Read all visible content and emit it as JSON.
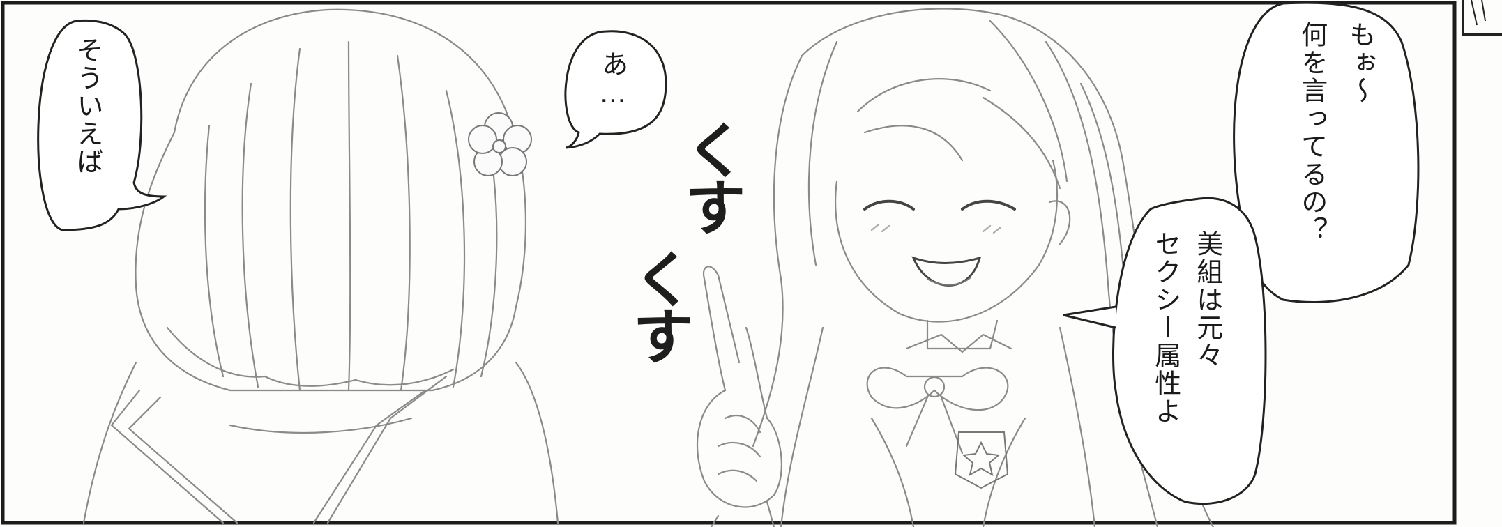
{
  "panel": {
    "bubbles": [
      {
        "id": "left",
        "text": "そういえば"
      },
      {
        "id": "middle",
        "text": "あ…"
      },
      {
        "id": "right-top",
        "line1": "もぉ～",
        "line2": "何を言ってるの？"
      },
      {
        "id": "right-bottom",
        "line1": "美組は元々",
        "line2": "セクシー属性よ"
      }
    ],
    "sfx": [
      "くす",
      "くす"
    ]
  },
  "colors": {
    "ink": "#1a1a1a",
    "paper": "#fdfdfc",
    "pencil": "#8a8a8a"
  }
}
